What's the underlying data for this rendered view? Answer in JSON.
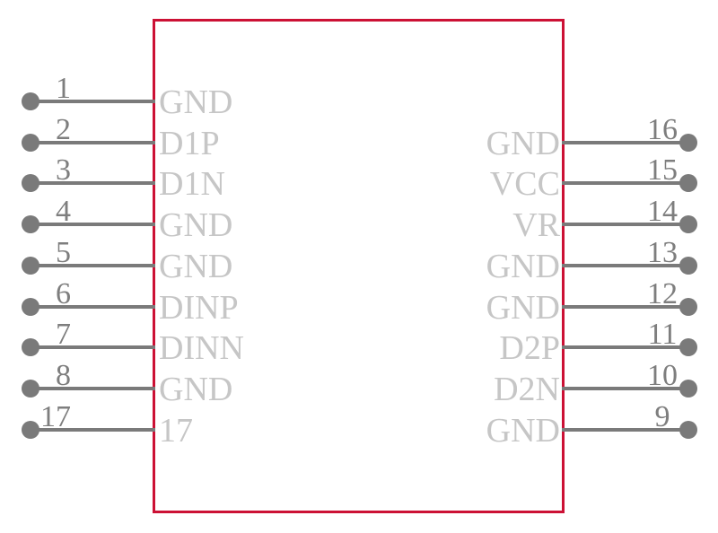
{
  "component": {
    "type_label": "schematic-symbol",
    "colors": {
      "body_border": "#CC1135",
      "body_fill": "#FFFFFF",
      "pin_line": "#7A7A7A",
      "pin_number": "#7E7E7E",
      "pin_name": "#C6C6C6",
      "background": "#FFFFFF"
    },
    "left_pins": [
      {
        "number": "1",
        "name": "GND"
      },
      {
        "number": "2",
        "name": "D1P"
      },
      {
        "number": "3",
        "name": "D1N"
      },
      {
        "number": "4",
        "name": "GND"
      },
      {
        "number": "5",
        "name": "GND"
      },
      {
        "number": "6",
        "name": "DINP"
      },
      {
        "number": "7",
        "name": "DINN"
      },
      {
        "number": "8",
        "name": "GND"
      },
      {
        "number": "17",
        "name": "17"
      }
    ],
    "right_pins": [
      {
        "number": "16",
        "name": "GND"
      },
      {
        "number": "15",
        "name": "VCC"
      },
      {
        "number": "14",
        "name": "VR"
      },
      {
        "number": "13",
        "name": "GND"
      },
      {
        "number": "12",
        "name": "GND"
      },
      {
        "number": "11",
        "name": "D2P"
      },
      {
        "number": "10",
        "name": "D2N"
      },
      {
        "number": "9",
        "name": "GND"
      }
    ]
  }
}
